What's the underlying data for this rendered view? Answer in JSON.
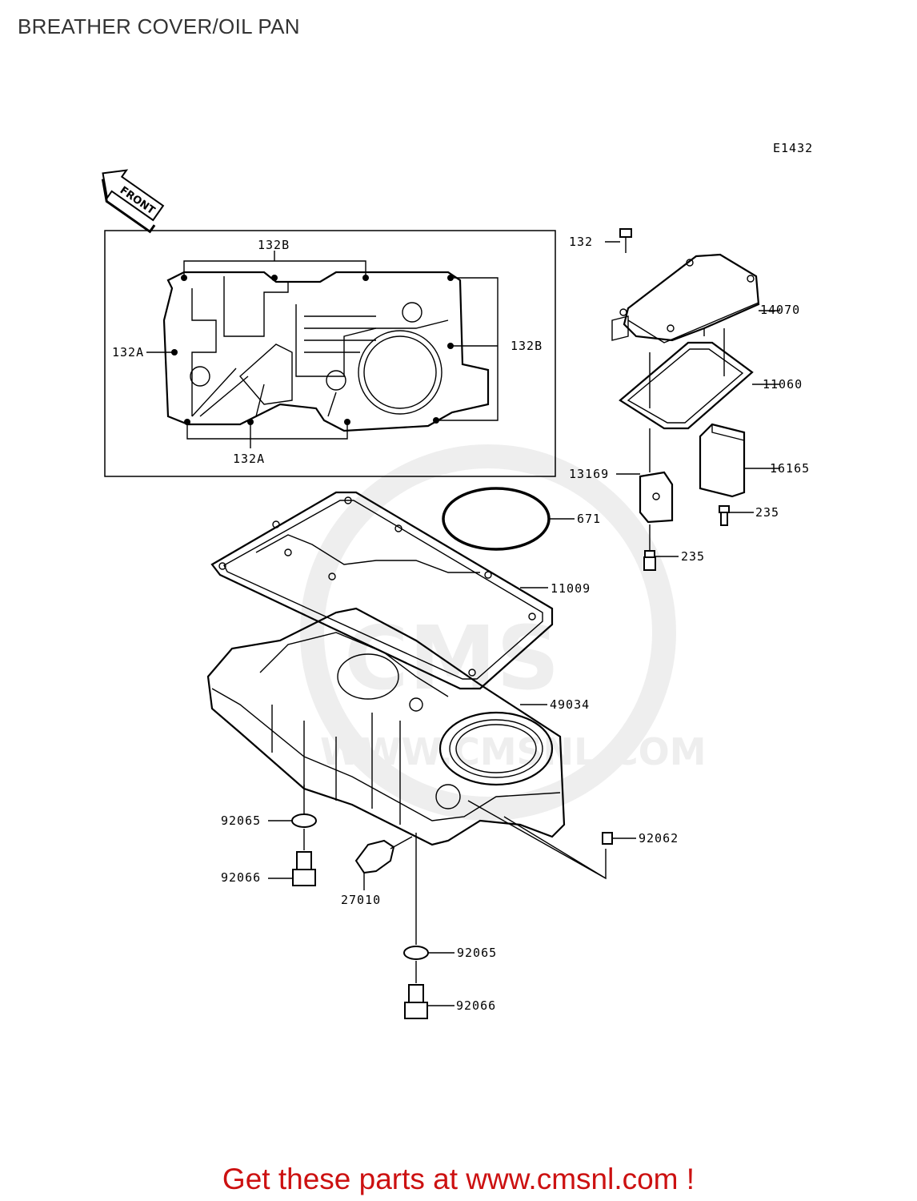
{
  "title": "BREATHER COVER/OIL PAN",
  "diagram_code": "E1432",
  "front_label": "FRONT",
  "callouts": {
    "c132B_top": "132B",
    "c132B_right": "132B",
    "c132A_left": "132A",
    "c132A_bottom": "132A",
    "c132": "132",
    "c14070": "14070",
    "c11060": "11060",
    "c13169": "13169",
    "c16165": "16165",
    "c235_a": "235",
    "c235_b": "235",
    "c671": "671",
    "c11009": "11009",
    "c49034": "49034",
    "c92065_a": "92065",
    "c92066_a": "92066",
    "c27010": "27010",
    "c92062": "92062",
    "c92065_b": "92065",
    "c92066_b": "92066"
  },
  "promo": {
    "text": "Get these parts at www.cmsnl.com !",
    "color": "#cc1111"
  }
}
